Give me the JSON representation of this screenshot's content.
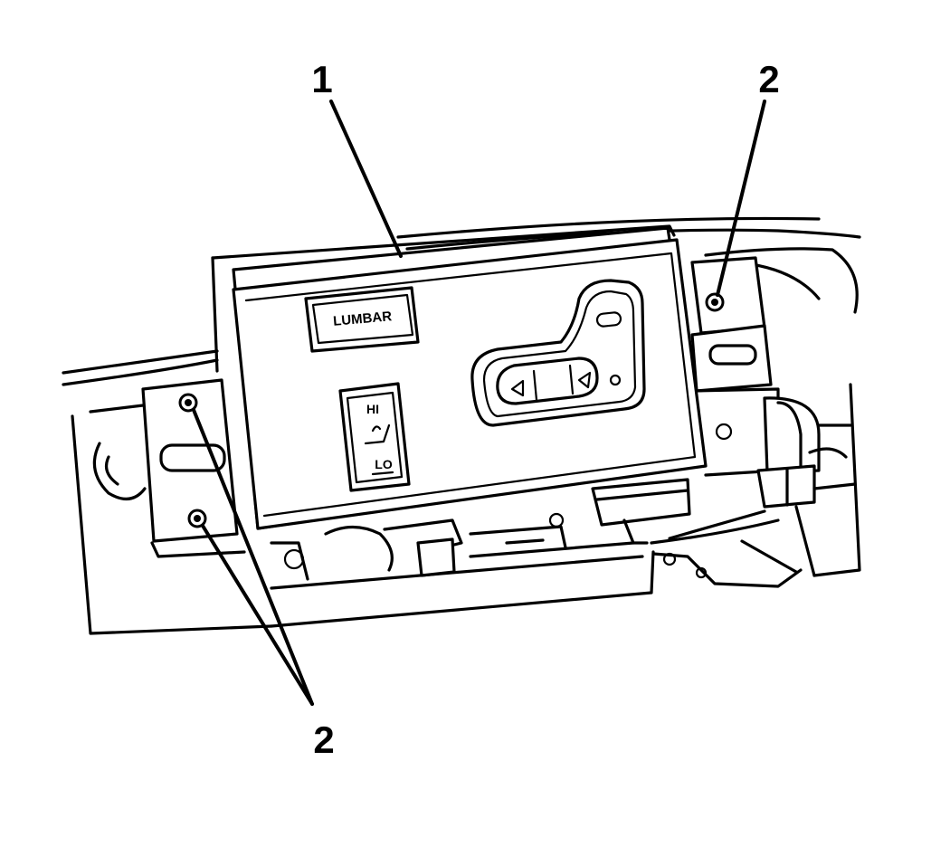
{
  "callouts": {
    "switch": "1",
    "screws_upper_right": "2",
    "screws_lower_left": "2"
  },
  "switch_panel": {
    "lumbar_button": "LUMBAR",
    "heat_hi": "HI",
    "heat_lo": "LO"
  },
  "icons": [
    "seat-adjuster-switch-icon",
    "seat-heater-icon",
    "screw-icon"
  ]
}
